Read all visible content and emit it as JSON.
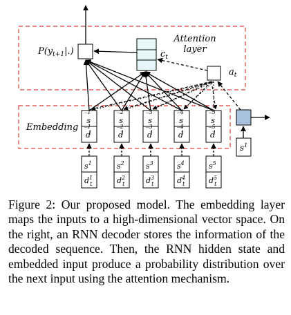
{
  "labels": {
    "attention_layer_line1": "Attention",
    "attention_layer_line2": "layer",
    "embedding": "Embedding",
    "prob": "P(y",
    "prob_sub": "t+1",
    "prob_tail": "|.)",
    "c": "c",
    "c_sub": "t",
    "a": "a",
    "a_sub": "t"
  },
  "columns": [
    {
      "idx": "1"
    },
    {
      "idx": "2"
    },
    {
      "idx": "3"
    },
    {
      "idx": "4"
    },
    {
      "idx": "5"
    }
  ],
  "decoder_input": {
    "s": "s",
    "sup": "1"
  },
  "caption": "Figure 2: Our proposed model. The embedding layer maps the inputs to a high-dimensional vector space. On the right, an RNN decoder stores the information of the decoded sequence. Then, the RNN hidden state and embedded input produce a probability distribution over the next input using the attention mechanism.",
  "colors": {
    "dashed_box": "#e0403a",
    "decoder": "#a9c3df",
    "attention_cell": "#e6f7fa"
  }
}
